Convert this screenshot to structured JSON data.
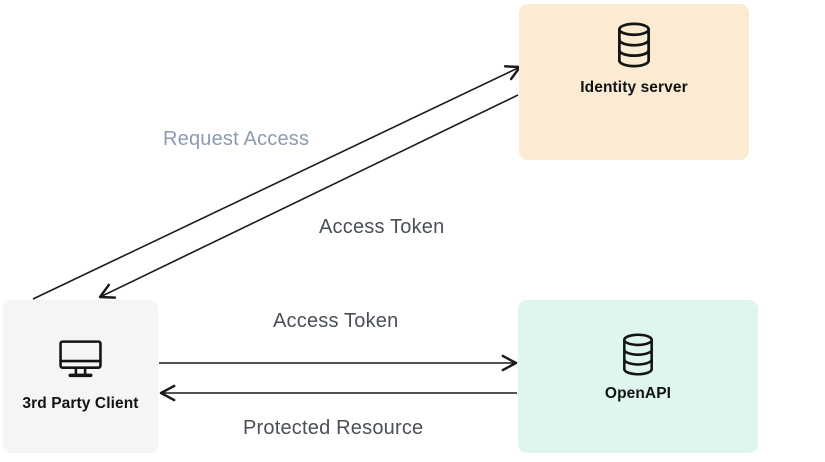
{
  "diagram": {
    "nodes": {
      "identity": {
        "label": "Identity server",
        "icon": "database-icon",
        "bg": "#FBEBD3"
      },
      "client": {
        "label": "3rd Party Client",
        "icon": "monitor-icon",
        "bg": "#F5F5F5"
      },
      "openapi": {
        "label": "OpenAPI",
        "icon": "database-icon",
        "bg": "#DFF6EF"
      }
    },
    "edges": [
      {
        "label": "Request Access",
        "from": "3rd Party Client",
        "to": "Identity server",
        "label_color": "#8C9BB2"
      },
      {
        "label": "Access Token",
        "from": "Identity server",
        "to": "3rd Party Client",
        "label_color": "#4A4F57"
      },
      {
        "label": "Access Token",
        "from": "3rd Party Client",
        "to": "OpenAPI",
        "label_color": "#4A4F57"
      },
      {
        "label": "Protected Resource",
        "from": "OpenAPI",
        "to": "3rd Party Client",
        "label_color": "#4A4F57"
      }
    ],
    "colors": {
      "background": "#FFFFFF",
      "arrow": "#1A1A1A",
      "icon": "#141414",
      "node_text": "#101214"
    }
  }
}
